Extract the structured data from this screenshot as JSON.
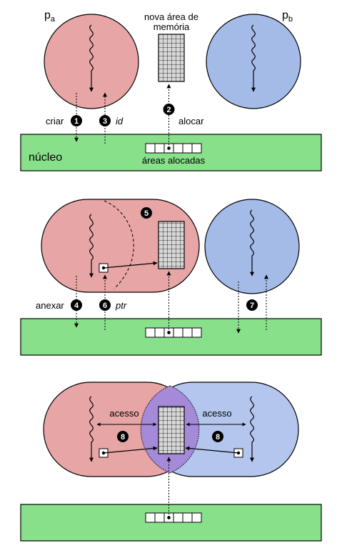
{
  "labels": {
    "pa": "p",
    "pa_sub": "a",
    "pb": "p",
    "pb_sub": "b",
    "new_area_line1": "nova área de",
    "new_area_line2": "memória",
    "criar": "criar",
    "id": "id",
    "alocar": "alocar",
    "nucleo": "núcleo",
    "areas_alocadas": "áreas alocadas",
    "anexar": "anexar",
    "ptr": "ptr",
    "acesso_left": "acesso",
    "acesso_right": "acesso"
  },
  "steps": {
    "s1": "1",
    "s2": "2",
    "s3": "3",
    "s4": "4",
    "s5": "5",
    "s6": "6",
    "s7": "7",
    "s8a": "8",
    "s8b": "8"
  },
  "colors": {
    "process_a": "#e8a5a5",
    "process_b": "#a4bbe8",
    "process_b_light": "#b4c6ee",
    "shared": "#a48ad8",
    "kernel": "#88e08a",
    "memory_cell": "#d8d8d8"
  }
}
